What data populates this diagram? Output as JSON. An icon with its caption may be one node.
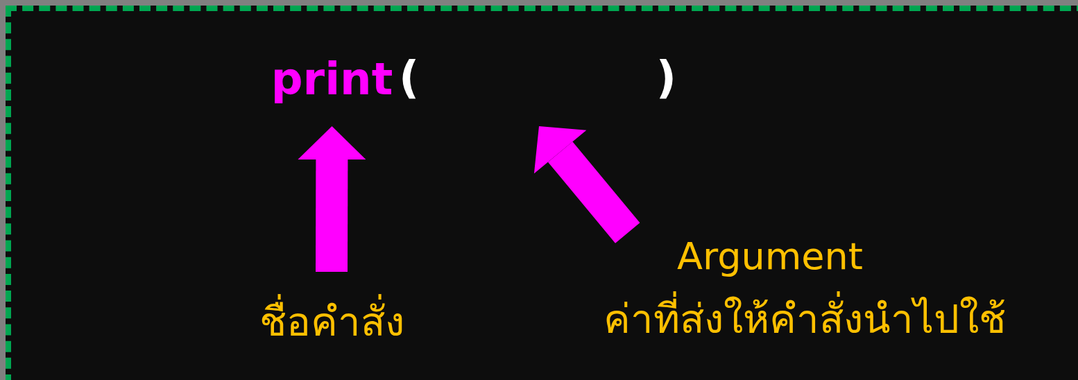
{
  "diagram": {
    "nodes": [
      {
        "text": [
          "print"
        ]
      },
      {
        "text": [
          "(",
          ")"
        ]
      },
      {
        "text": [
          "ชื่อคำสั่ง"
        ]
      },
      {
        "text": [
          "Argument",
          "ค่าที่ส่งให้คำสั่งนำไปใช้"
        ]
      }
    ],
    "edges": [
      {
        "from": 2,
        "to": 0,
        "arrow": "to"
      },
      {
        "from": 3,
        "to": 1,
        "arrow": "to"
      }
    ]
  }
}
